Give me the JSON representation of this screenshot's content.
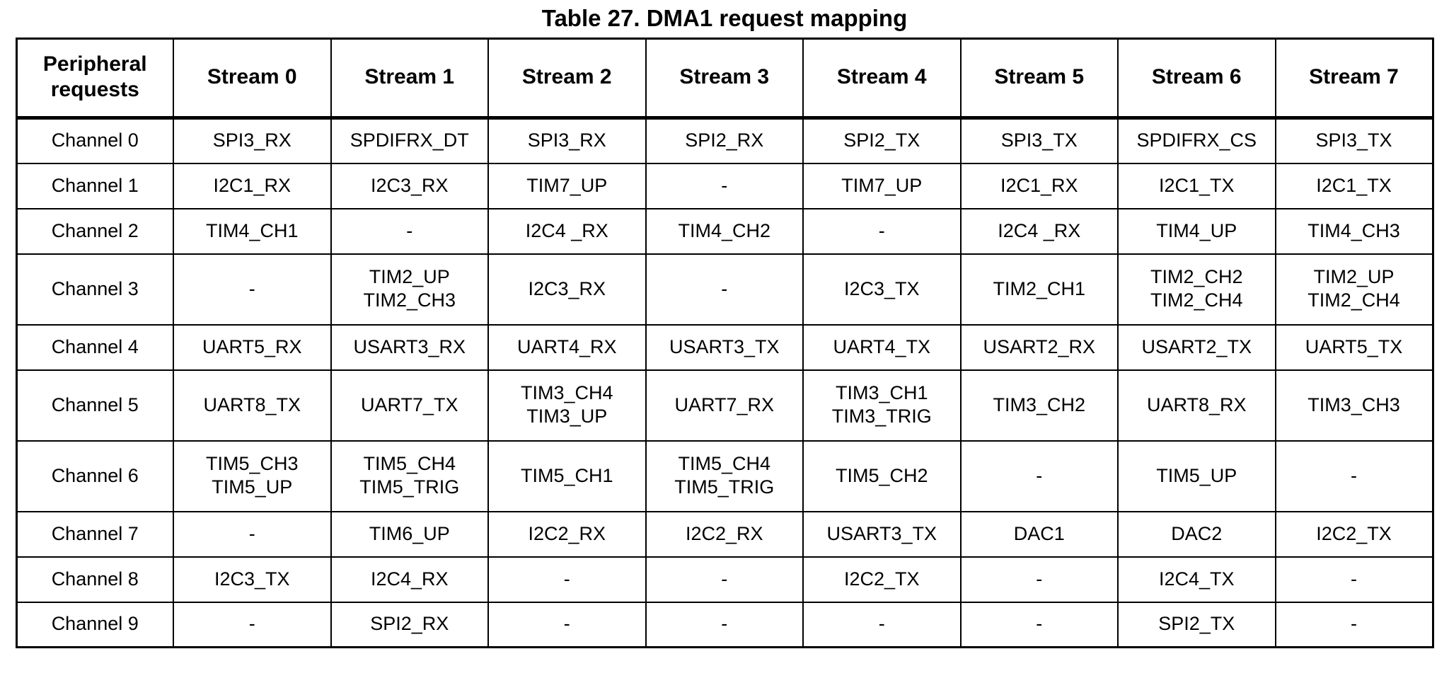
{
  "title": "Table 27. DMA1 request mapping",
  "table": {
    "columns": [
      "Peripheral\nrequests",
      "Stream 0",
      "Stream 1",
      "Stream 2",
      "Stream 3",
      "Stream 4",
      "Stream 5",
      "Stream 6",
      "Stream 7"
    ],
    "rows": [
      {
        "label": "Channel 0",
        "height": "short",
        "cells": [
          "SPI3_RX",
          "SPDIFRX_DT",
          "SPI3_RX",
          "SPI2_RX",
          "SPI2_TX",
          "SPI3_TX",
          "SPDIFRX_CS",
          "SPI3_TX"
        ]
      },
      {
        "label": "Channel 1",
        "height": "short",
        "cells": [
          "I2C1_RX",
          "I2C3_RX",
          "TIM7_UP",
          "-",
          "TIM7_UP",
          "I2C1_RX",
          "I2C1_TX",
          "I2C1_TX"
        ]
      },
      {
        "label": "Channel 2",
        "height": "short",
        "cells": [
          "TIM4_CH1",
          "-",
          "I2C4 _RX",
          "TIM4_CH2",
          "-",
          "I2C4 _RX",
          "TIM4_UP",
          "TIM4_CH3"
        ]
      },
      {
        "label": "Channel 3",
        "height": "tall",
        "cells": [
          "-",
          "TIM2_UP\nTIM2_CH3",
          "I2C3_RX",
          "-",
          "I2C3_TX",
          "TIM2_CH1",
          "TIM2_CH2\nTIM2_CH4",
          "TIM2_UP\nTIM2_CH4"
        ]
      },
      {
        "label": "Channel 4",
        "height": "short",
        "cells": [
          "UART5_RX",
          "USART3_RX",
          "UART4_RX",
          "USART3_TX",
          "UART4_TX",
          "USART2_RX",
          "USART2_TX",
          "UART5_TX"
        ]
      },
      {
        "label": "Channel 5",
        "height": "tall",
        "cells": [
          "UART8_TX",
          "UART7_TX",
          "TIM3_CH4\nTIM3_UP",
          "UART7_RX",
          "TIM3_CH1\nTIM3_TRIG",
          "TIM3_CH2",
          "UART8_RX",
          "TIM3_CH3"
        ]
      },
      {
        "label": "Channel 6",
        "height": "tall",
        "cells": [
          "TIM5_CH3\nTIM5_UP",
          "TIM5_CH4\nTIM5_TRIG",
          "TIM5_CH1",
          "TIM5_CH4\nTIM5_TRIG",
          "TIM5_CH2",
          "-",
          "TIM5_UP",
          "-"
        ]
      },
      {
        "label": "Channel 7",
        "height": "short",
        "cells": [
          "-",
          "TIM6_UP",
          "I2C2_RX",
          "I2C2_RX",
          "USART3_TX",
          "DAC1",
          "DAC2",
          "I2C2_TX"
        ]
      },
      {
        "label": "Channel 8",
        "height": "short",
        "cells": [
          "I2C3_TX",
          "I2C4_RX",
          "-",
          "-",
          "I2C2_TX",
          "-",
          "I2C4_TX",
          "-"
        ]
      },
      {
        "label": "Channel 9",
        "height": "short",
        "cells": [
          "-",
          "SPI2_RX",
          "-",
          "-",
          "-",
          "-",
          "SPI2_TX",
          "-"
        ]
      }
    ]
  }
}
